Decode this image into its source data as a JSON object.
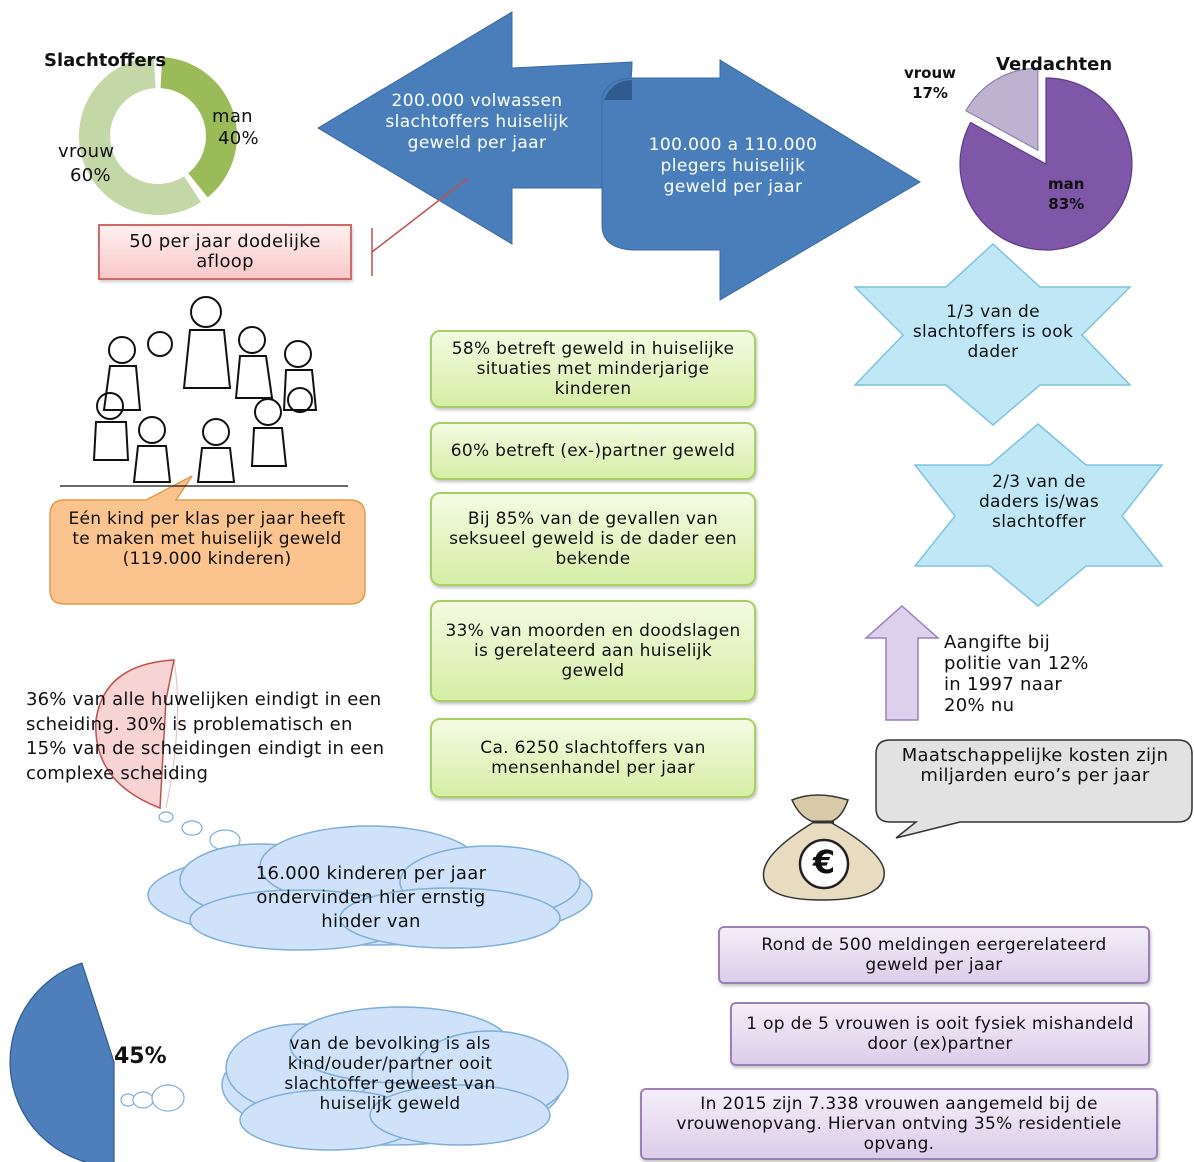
{
  "chart_data": [
    {
      "type": "pie",
      "title": "Slachtoffers",
      "slices": [
        {
          "label": "man",
          "pct": "40%",
          "value": 40,
          "color": "#9bbb59"
        },
        {
          "label": "vrouw",
          "pct": "60%",
          "value": 60,
          "color": "#c4d7a6"
        }
      ]
    },
    {
      "type": "pie",
      "title": "Verdachten",
      "slices": [
        {
          "label": "vrouw",
          "pct": "17%",
          "value": 17,
          "color": "#bdb3d1"
        },
        {
          "label": "man",
          "pct": "83%",
          "value": 83,
          "color": "#7e57a8"
        }
      ]
    },
    {
      "type": "pie",
      "slices": [
        {
          "label": "45%",
          "value": 45,
          "color": "#4f7fba"
        }
      ]
    }
  ],
  "arrows": {
    "left": "200.000 volwassen slachtoffers huiselijk geweld per jaar",
    "right": "100.000 a 110.000 plegers huiselijk geweld per jaar"
  },
  "callouts": {
    "fatal": "50 per jaar dodelijke afloop",
    "child": "Eén kind per klas per jaar heeft te maken met huiselijk geweld (119.000 kinderen)",
    "divorce": "36% van alle huwelijken eindigt in een scheiding. 30% is problematisch en 15% van de scheidingen eindigt in een complexe scheiding",
    "cloud_children": "16.000 kinderen per jaar ondervinden hier ernstig hinder van",
    "cloud_population": "van de bevolking is als kind/ouder/partner ooit slachtoffer geweest van huiselijk geweld",
    "costs": "Maatschappelijke kosten zijn miljarden euro’s per jaar",
    "report": "Aangifte bij politie van 12% in 1997 naar 20% nu",
    "euro_symbol": "€"
  },
  "stars": {
    "star1": "1/3 van de slachtoffers is ook dader",
    "star2": "2/3 van de daders is/was slachtoffer"
  },
  "green_boxes": [
    "58% betreft geweld in huiselijke situaties met minderjarige kinderen",
    "60% betreft (ex-)partner geweld",
    "Bij 85% van de gevallen van seksueel geweld is de dader een bekende",
    "33% van moorden en doodslagen is gerelateerd aan huiselijk geweld",
    "Ca. 6250 slachtoffers van mensenhandel per jaar"
  ],
  "purple_boxes": [
    "Rond de 500 meldingen eergerelateerd geweld per jaar",
    "1 op de 5 vrouwen is ooit fysiek mishandeld door (ex)partner",
    "In 2015 zijn 7.338 vrouwen aangemeld bij de vrouwenopvang. Hiervan ontving 35% residentiele opvang."
  ]
}
